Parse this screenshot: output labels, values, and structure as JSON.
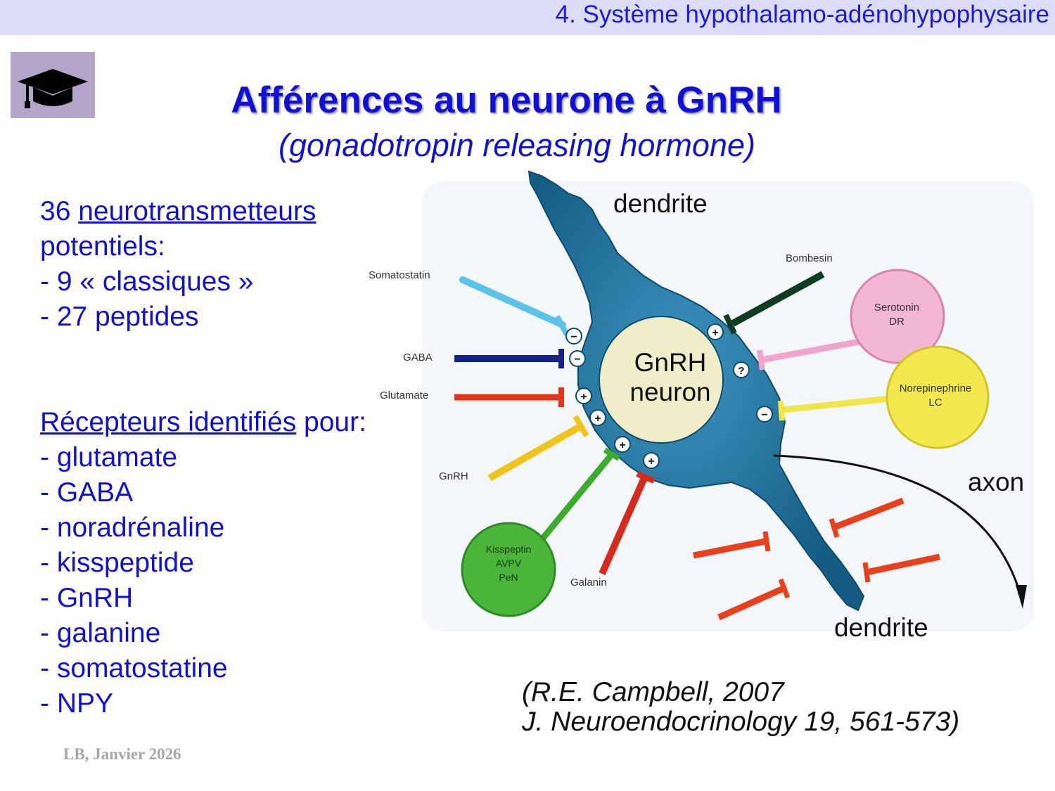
{
  "header": {
    "section_title": "4. Système hypothalamo-adénohypophysaire"
  },
  "icons": {
    "badge": "graduation-cap-icon"
  },
  "title": {
    "main": "Afférences au neurone à GnRH",
    "sub": "(gonadotropin releasing hormone)"
  },
  "left": {
    "count_prefix": "36 ",
    "count_link": "neurotransmetteurs",
    "count_suffix": "potentiels:",
    "item_classic": "- 9 « classiques »",
    "item_peptides": "- 27 peptides",
    "receptors_link": "Récepteurs identifiés",
    "receptors_suffix": " pour:",
    "receptors": [
      "- glutamate",
      "- GABA",
      "- noradrénaline",
      "- kisspeptide",
      "- GnRH",
      "- galanine",
      "- somatostatine",
      "- NPY"
    ]
  },
  "diagram": {
    "dendrite_top": "dendrite",
    "dendrite_bottom": "dendrite",
    "axon": "axon",
    "neuron_line1": "GnRH",
    "neuron_line2": "neuron",
    "inputs": {
      "somatostatin": "Somatostatin",
      "gaba": "GABA",
      "glutamate": "Glutamate",
      "gnrh": "GnRH",
      "kisspeptin_1": "Kisspeptin",
      "kisspeptin_2": "AVPV",
      "kisspeptin_3": "PeN",
      "galanin": "Galanin",
      "bombesin": "Bombesin",
      "serotonin_1": "Serotonin",
      "serotonin_2": "DR",
      "norepinephrine_1": "Norepinephrine",
      "norepinephrine_2": "LC"
    },
    "signs": {
      "minus": "−",
      "plus": "+",
      "question": "?"
    },
    "colors": {
      "cell_body": "#1e6f99",
      "nucleus": "#efeec8",
      "somatostatin": "#5bc3e8",
      "gaba": "#14238c",
      "glutamate": "#e2361c",
      "gnrh": "#f1c41c",
      "kisspeptin": "#3cac2c",
      "galanin": "#d62a1c",
      "bombesin": "#0f3c22",
      "serotonin": "#f0a6cc",
      "norepinephrine": "#f0e54a",
      "npy_arrows": "#e8401c"
    }
  },
  "citation": {
    "line1": "(R.E. Campbell, 2007",
    "line2": "J. Neuroendocrinology 19, 561-573)"
  },
  "footer": {
    "credit": "LB, Janvier 2026"
  }
}
